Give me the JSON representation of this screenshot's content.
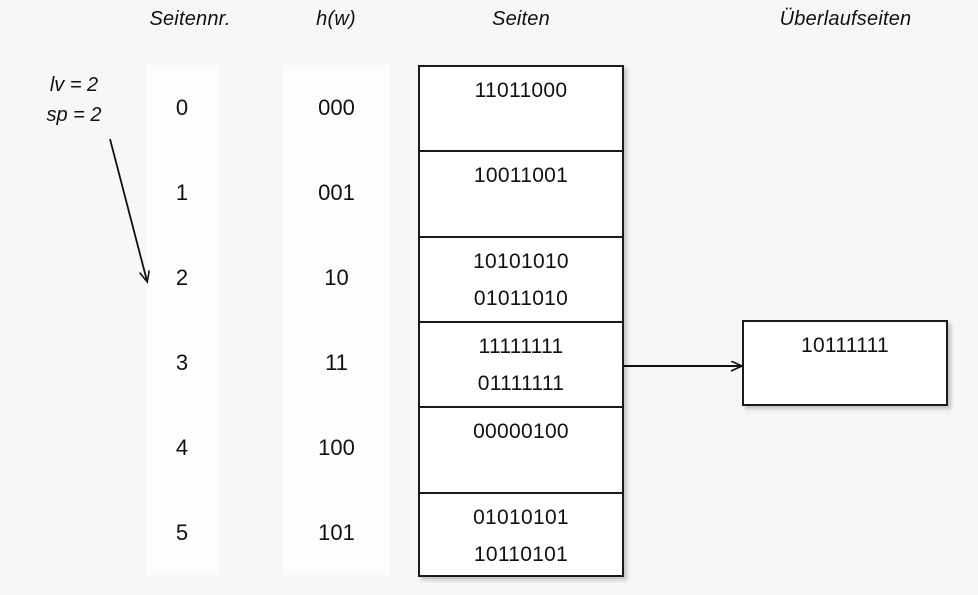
{
  "headers": {
    "seitennr": "Seitennr.",
    "hw": "h(w)",
    "seiten": "Seiten",
    "ueberlaufseiten": "Überlaufseiten"
  },
  "params": {
    "lv": "lv = 2",
    "sp": "sp = 2"
  },
  "rows": [
    {
      "seitennr": "0",
      "hw": "000",
      "slots": [
        "11011000",
        ""
      ]
    },
    {
      "seitennr": "1",
      "hw": "001",
      "slots": [
        "10011001",
        ""
      ]
    },
    {
      "seitennr": "2",
      "hw": "10",
      "slots": [
        "10101010",
        "01011010"
      ]
    },
    {
      "seitennr": "3",
      "hw": "11",
      "slots": [
        "11111111",
        "01111111"
      ]
    },
    {
      "seitennr": "4",
      "hw": "100",
      "slots": [
        "00000100",
        ""
      ]
    },
    {
      "seitennr": "5",
      "hw": "101",
      "slots": [
        "01010101",
        "10110101"
      ]
    }
  ],
  "overflow_pages": [
    {
      "slots": [
        "10111111",
        ""
      ],
      "from_row": 3
    }
  ],
  "colors": {
    "background": "#f7f7f7",
    "column_fill": "#fdfdfd",
    "box_fill": "#ffffff",
    "border": "#1a1a1a",
    "text": "#111111"
  }
}
